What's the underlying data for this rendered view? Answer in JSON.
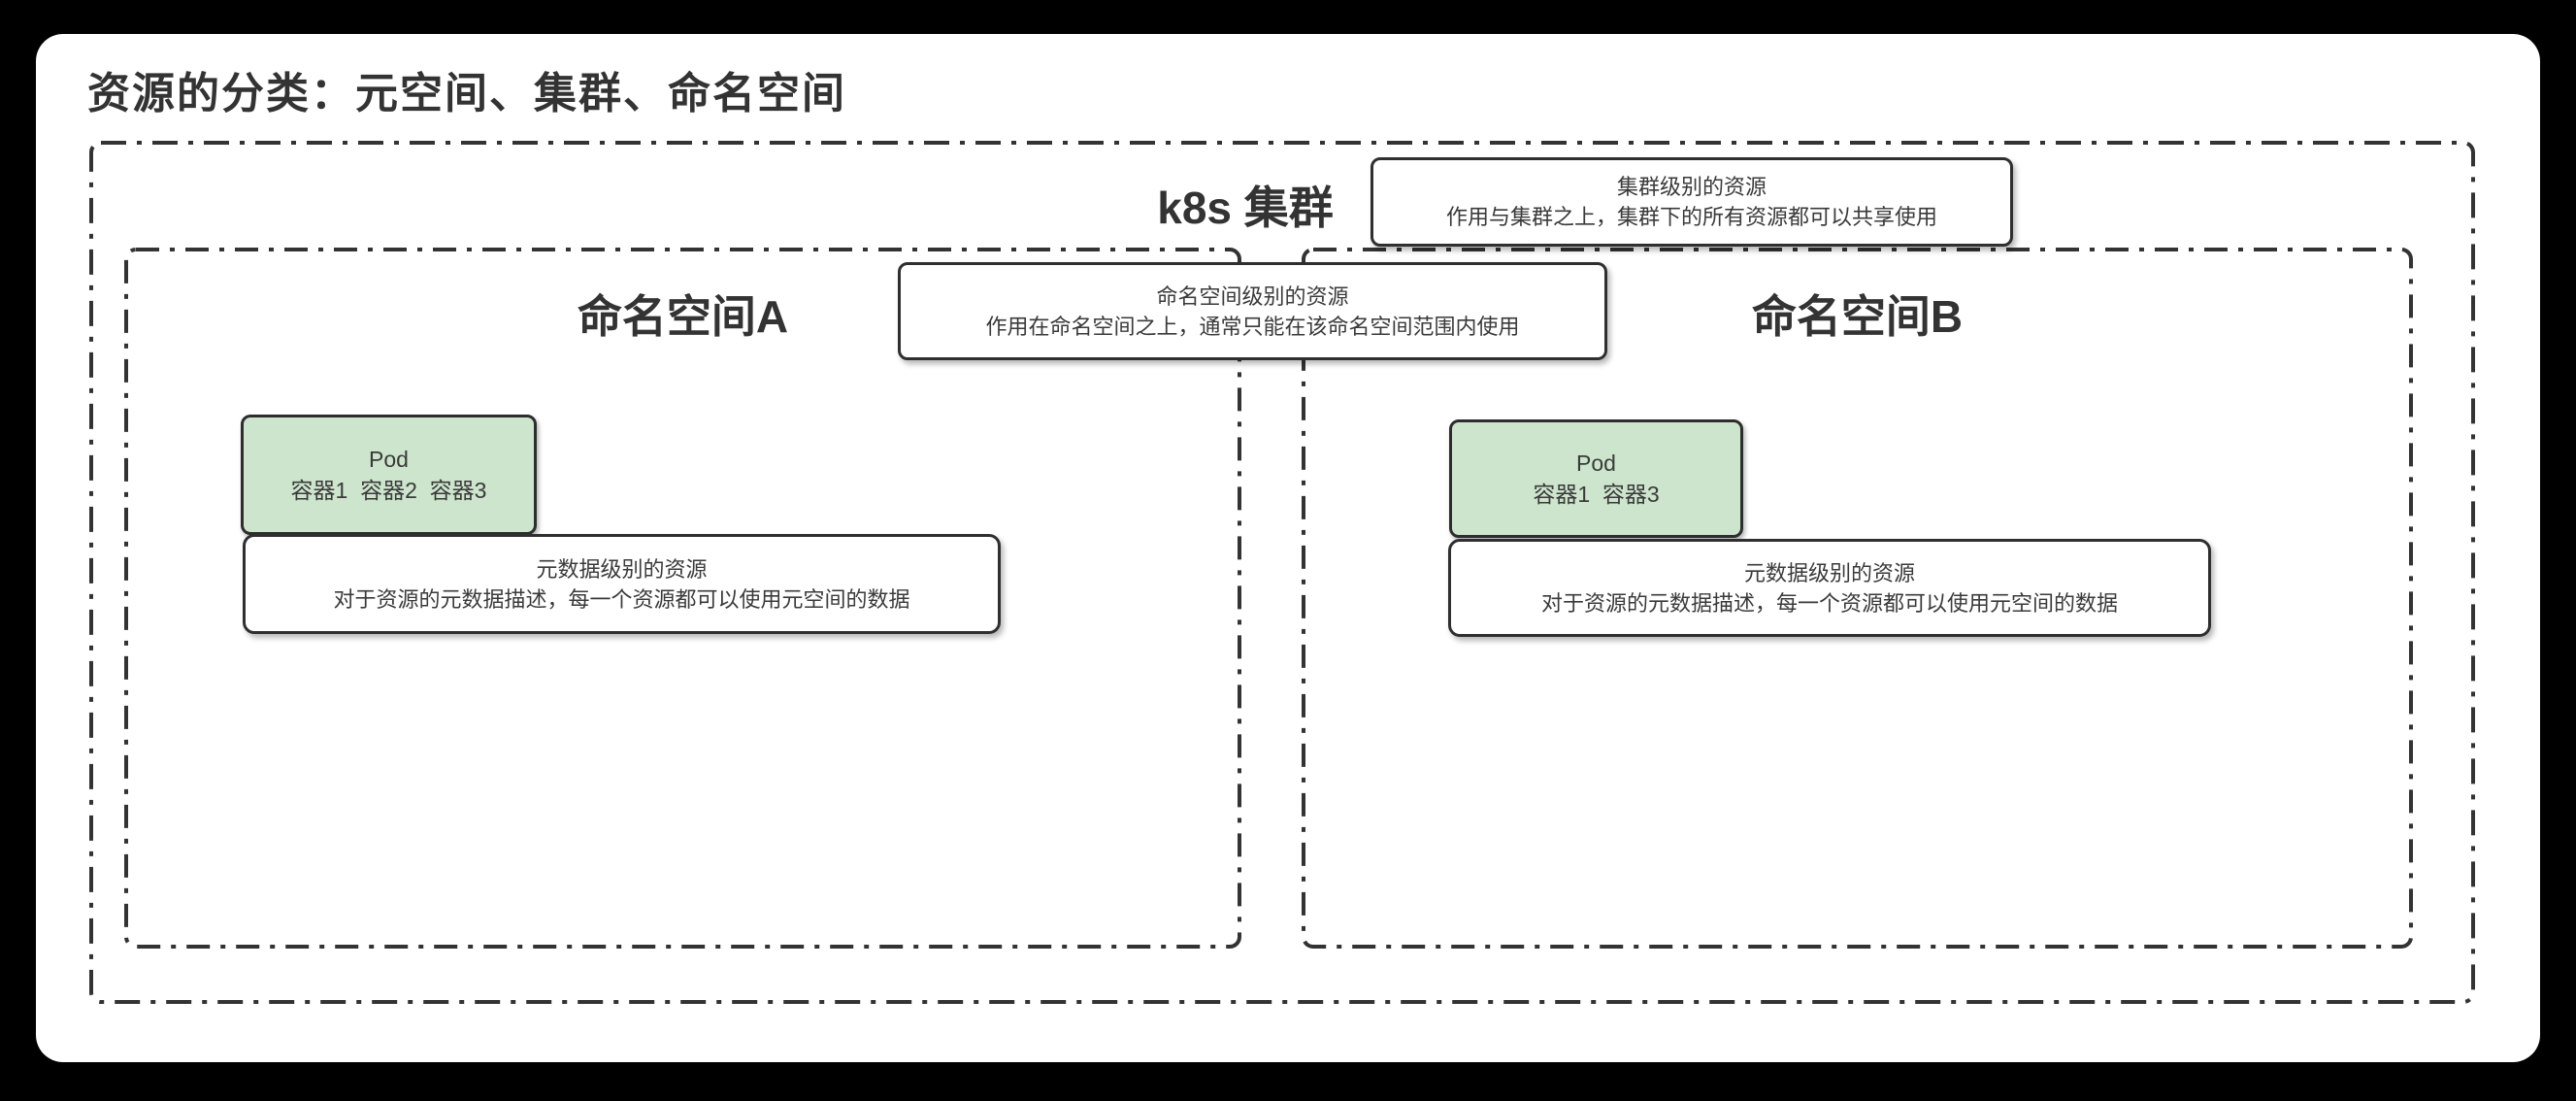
{
  "title": "资源的分类：元空间、集群、命名空间",
  "cluster": {
    "label": "k8s 集群",
    "annotation": {
      "line1": "集群级别的资源",
      "line2": "作用与集群之上，集群下的所有资源都可以共享使用"
    }
  },
  "namespace_annotation": {
    "line1": "命名空间级别的资源",
    "line2": "作用在命名空间之上，通常只能在该命名空间范围内使用"
  },
  "namespaces": [
    {
      "name": "命名空间A",
      "pod": {
        "title": "Pod",
        "containers": "容器1  容器2  容器3"
      },
      "metadata_annotation": {
        "line1": "元数据级别的资源",
        "line2": "对于资源的元数据描述，每一个资源都可以使用元空间的数据"
      }
    },
    {
      "name": "命名空间B",
      "pod": {
        "title": "Pod",
        "containers": "容器1  容器3"
      },
      "metadata_annotation": {
        "line1": "元数据级别的资源",
        "line2": "对于资源的元数据描述，每一个资源都可以使用元空间的数据"
      }
    }
  ],
  "colors": {
    "background": "#000000",
    "card": "#ffffff",
    "ink": "#333333",
    "boundary_stroke": "#333333",
    "pod_fill": "#cde5cd",
    "pod_border": "#2d2d2d"
  }
}
